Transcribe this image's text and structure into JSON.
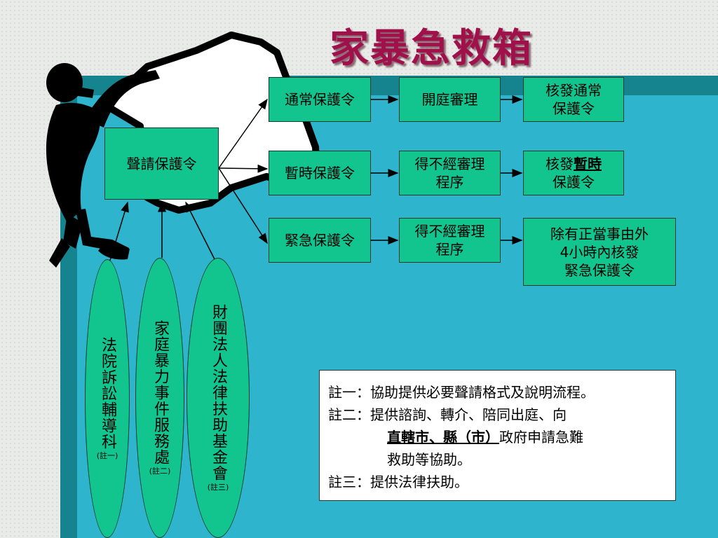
{
  "title": "家暴急救箱",
  "source": {
    "label": "聲請保護令"
  },
  "rows": [
    {
      "type": "通常保護令",
      "process": "開庭審理",
      "result_line1": "核發通常",
      "result_line2": "保護令"
    },
    {
      "type": "暫時保護令",
      "process_line1": "得不經審理",
      "process_line2": "程序",
      "result_prefix": "核發",
      "result_emphasis": "暫時",
      "result_line2": "保護令"
    },
    {
      "type": "緊急保護令",
      "process_line1": "得不經審理",
      "process_line2": "程序",
      "result_line1": "除有正當事由外",
      "result_line2": "4小時內核發",
      "result_line3": "緊急保護令"
    }
  ],
  "supports": [
    {
      "name": "法院訴訟輔導科",
      "note": "(註一)"
    },
    {
      "name": "家庭暴力事件服務處",
      "note": "(註二)"
    },
    {
      "name": "財團法人法律扶助基金會",
      "note": "(註三)"
    }
  ],
  "notes": {
    "n1_label": "註一：",
    "n1_text": "協助提供必要聲請格式及說明流程。",
    "n2_label": "註二：",
    "n2_text": "提供諮詢、轉介、陪同出庭、向",
    "n2_emphasis": "直轄市、縣（市）",
    "n2_text2": "政府申請急難",
    "n2_text3": "救助等協助。",
    "n3_label": "註三：",
    "n3_text": "提供法律扶助。"
  },
  "colors": {
    "box_fill": "#12c58e",
    "teal_dark": "#16848f",
    "teal_light": "#2fb4cd",
    "title": "#a0104a"
  }
}
